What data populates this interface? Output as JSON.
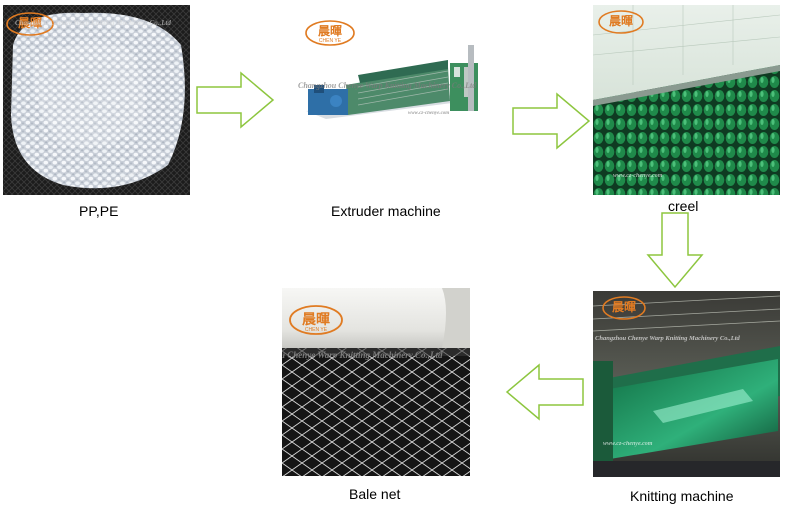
{
  "steps": [
    {
      "label": "PP,PE"
    },
    {
      "label": "Extruder machine"
    },
    {
      "label": "creel"
    },
    {
      "label": "Knitting machine"
    },
    {
      "label": "Bale net"
    }
  ],
  "logo": {
    "chinese": "晨暉",
    "pinyin": "CHEN YE"
  },
  "watermark": {
    "company": "Changzhou Chenye Warp Knitting Machinery Co.,Ltd",
    "company_short": "Warp Knitting Machinery Co.,Ltd",
    "website": "www.cz-chenye.com"
  },
  "colors": {
    "arrow_stroke": "#8dc63f",
    "arrow_fill": "#ffffff",
    "logo_orange": "#e07b22"
  }
}
